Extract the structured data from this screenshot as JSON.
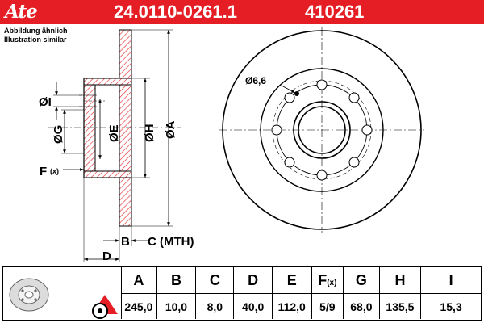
{
  "header": {
    "brand": "Ate",
    "part_number": "24.0110-0261.1",
    "reference": "410261",
    "colors": {
      "brand_red": "#e41e24",
      "text": "#ffffff"
    }
  },
  "notes": [
    "Abbildung ähnlich",
    "Illustration similar"
  ],
  "drawing": {
    "labels": {
      "bolt_hole": "Ø6,6",
      "dim_i": "ØI",
      "dim_g": "ØG",
      "dim_e": "ØE",
      "dim_h": "ØH",
      "dim_a": "ØA",
      "dim_f_letter": "F",
      "dim_f_suffix": "(x)",
      "dim_b": "B",
      "dim_c": "C (MTH)",
      "dim_d": "D"
    }
  },
  "specs": {
    "headers": [
      {
        "letter": "A"
      },
      {
        "letter": "B"
      },
      {
        "letter": "C"
      },
      {
        "letter": "D"
      },
      {
        "letter": "E"
      },
      {
        "letter": "F",
        "suffix": "(x)"
      },
      {
        "letter": "G"
      },
      {
        "letter": "H"
      },
      {
        "letter": "I"
      }
    ],
    "values": [
      "245,0",
      "10,0",
      "8,0",
      "40,0",
      "112,0",
      "5/9",
      "68,0",
      "135,5",
      "15,3"
    ]
  }
}
